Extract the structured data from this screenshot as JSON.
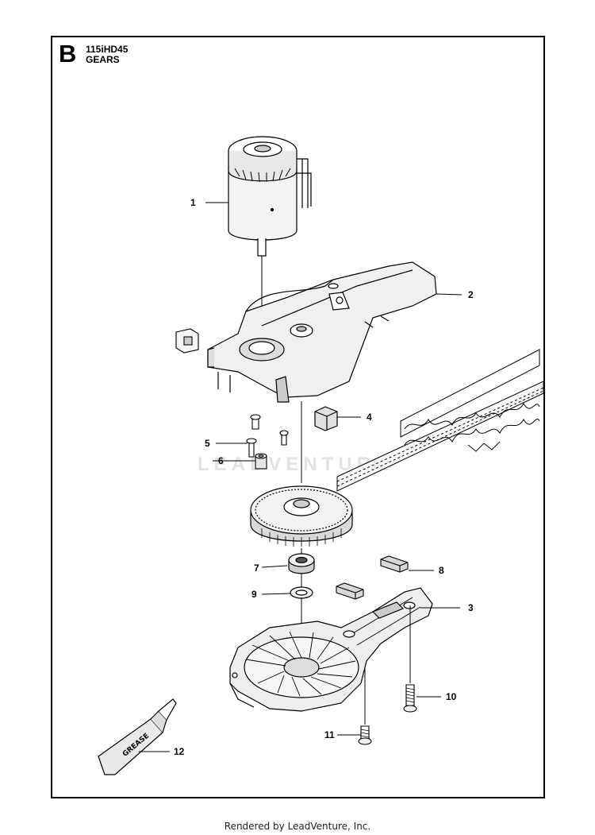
{
  "header": {
    "section_letter": "B",
    "model": "115iHD45",
    "title": "GEARS"
  },
  "callouts": [
    "1",
    "2",
    "3",
    "4",
    "5",
    "6",
    "7",
    "8",
    "9",
    "10",
    "11",
    "12"
  ],
  "grease_label": "GREASE",
  "watermark": "LEADVENTURE",
  "footer": "Rendered by LeadVenture, Inc.",
  "colors": {
    "line": "#000000",
    "fill_light": "#f2f2f2",
    "fill_mid": "#d9d9d9",
    "watermark": "#e6e6e6"
  }
}
